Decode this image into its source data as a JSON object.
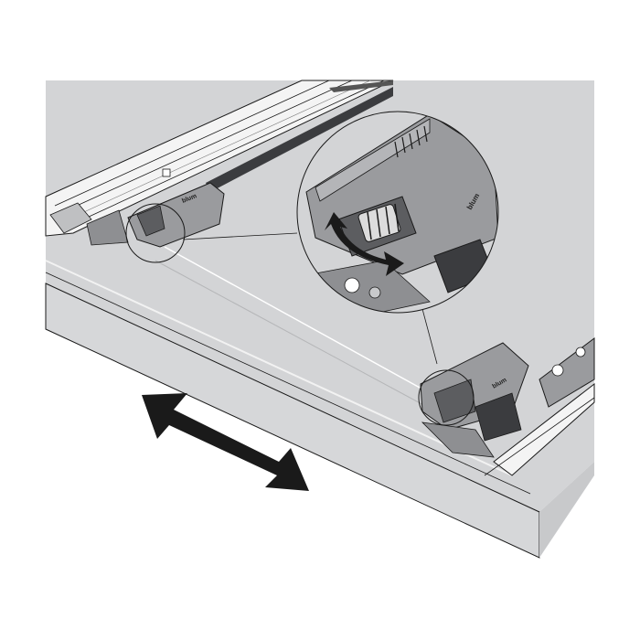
{
  "diagram": {
    "logo_text": "blum",
    "colors": {
      "background": "#ffffff",
      "panel": "#d3d4d6",
      "panel_edge": "#e3e4e6",
      "front_face": "#d6d7d9",
      "rail": "#f4f4f4",
      "clip": "#9a9b9e",
      "clip_dark": "#5c5d60",
      "outline": "#1a1a1a",
      "arrow": "#1a1a1a"
    },
    "icons": {
      "move_arrow": "double-headed-arrow",
      "adjust_arrow": "curved-double-arrow"
    }
  }
}
